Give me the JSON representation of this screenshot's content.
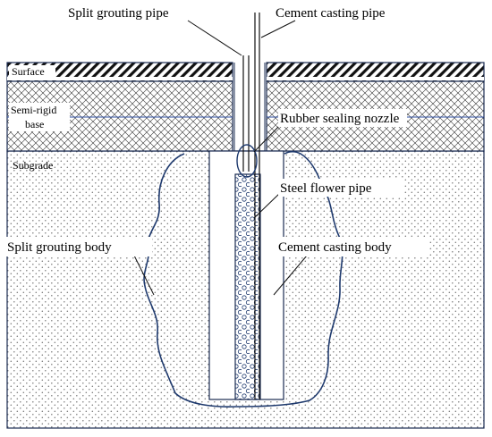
{
  "labels": {
    "split_grouting_pipe": "Split grouting pipe",
    "cement_casting_pipe": "Cement casting pipe",
    "surface": "Surface",
    "semi_rigid_base_line1": "Semi-rigid",
    "semi_rigid_base_line2": "base",
    "rubber_sealing_nozzle": "Rubber sealing nozzle",
    "subgrade": "Subgrade",
    "steel_flower_pipe": "Steel flower pipe",
    "split_grouting_body": "Split grouting body",
    "cement_casting_body": "Cement casting body"
  },
  "colors": {
    "outline": "#1a2b52",
    "split_boundary": "#1f3a6e",
    "layer_divider": "#2f4fa0",
    "dot": "#7a7a7a"
  }
}
